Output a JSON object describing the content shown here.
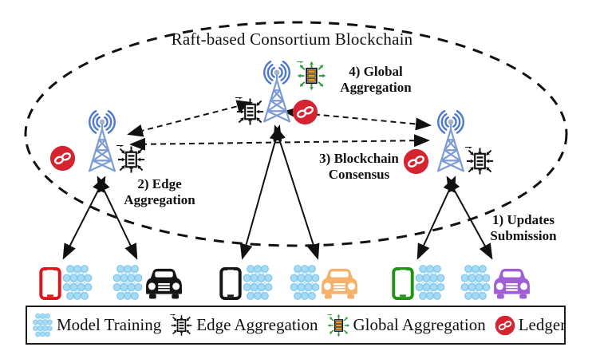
{
  "title": "Raft-based Consortium Blockchain",
  "annotations": {
    "updates_submission": "1) Updates\nSubmission",
    "edge_aggregation": "2) Edge\nAggregation",
    "blockchain_consensus": "3) Blockchain\nConsensus",
    "global_aggregation": "4) Global\nAggregation"
  },
  "legend": {
    "items": [
      {
        "icon": "model-training-icon",
        "label": "Model Training"
      },
      {
        "icon": "edge-aggregation-icon",
        "label": "Edge Aggregation"
      },
      {
        "icon": "global-aggregation-icon",
        "label": "Global Aggregation"
      },
      {
        "icon": "ledger-icon",
        "label": "Ledger"
      }
    ]
  },
  "colors": {
    "tower_lattice": "#7e9cd4",
    "tower_waves": "#4c79cf",
    "ledger_red": "#d62330",
    "nn_node_blue": "#a6dbf5",
    "phone_red": "#e31219",
    "phone_black": "#151515",
    "phone_green": "#1e9413",
    "car_black": "#151515",
    "car_orange": "#f5b06a",
    "car_purple": "#a05fd6",
    "stack_orange": "#f0a01e",
    "global_arrow_green": "#2f9e3f",
    "line_black": "#111111"
  }
}
